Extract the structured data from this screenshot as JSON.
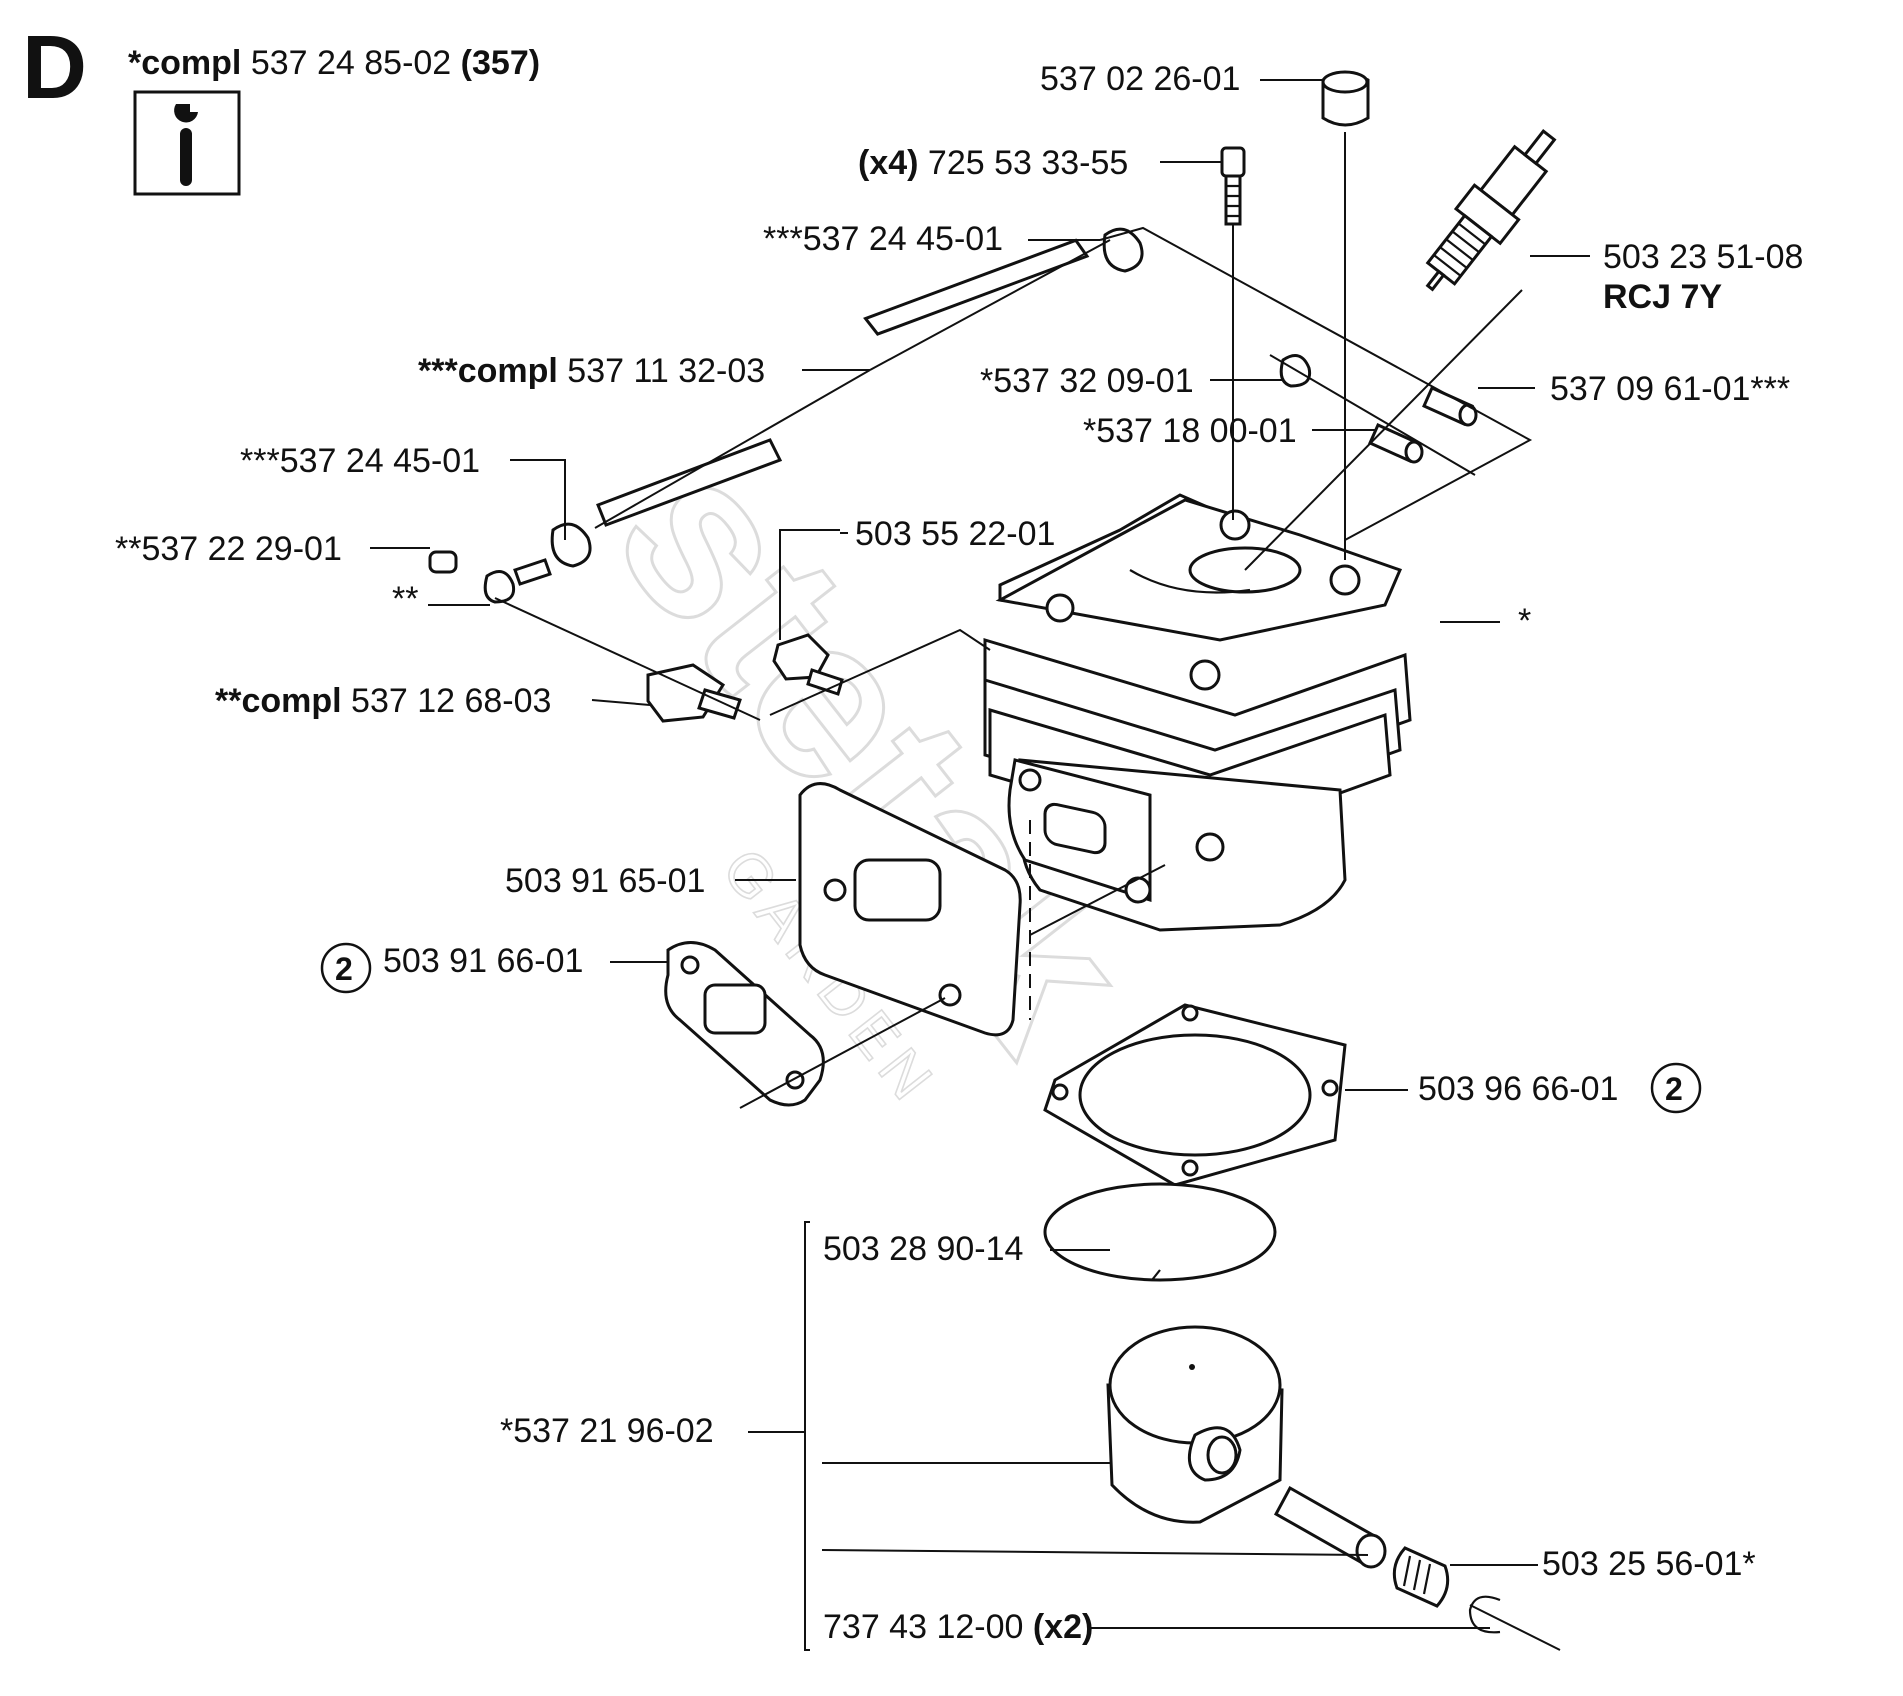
{
  "section": {
    "letter": "D"
  },
  "header": {
    "prefix": "*compl",
    "number": "537 24 85-02",
    "qty": "(357)",
    "tool_icon": "wrench-info-icon"
  },
  "watermark": {
    "text": "stetak",
    "sub": "GARDEN"
  },
  "labels": {
    "l1": "537 02 26-01",
    "l2_qty": "(x4)",
    "l2": "725 53 33-55",
    "l3": "***537 24 45-01",
    "l4_bold": "***compl",
    "l4": "537 11 32-03",
    "l5": "***537 24 45-01",
    "l6": "**537 22 29-01",
    "l7": "**",
    "l8_bold": "**compl",
    "l8": "537 12 68-03",
    "l9": "503 55 22-01",
    "l10": "503 23 51-08",
    "l10_sub": "RCJ 7Y",
    "l11": "*537 32 09-01",
    "l12": "537 09 61-01***",
    "l13": "*537 18 00-01",
    "l14": "*",
    "l15": "503 91 65-01",
    "l16": "503 91 66-01",
    "l16_badge": "2",
    "l17": "503 96 66-01",
    "l17_badge": "2",
    "l18": "503 28 90-14",
    "l19": "*537 21 96-02",
    "l20": "503 25 56-01*",
    "l21": "737 43 12-00",
    "l21_qty": "(x2)"
  }
}
